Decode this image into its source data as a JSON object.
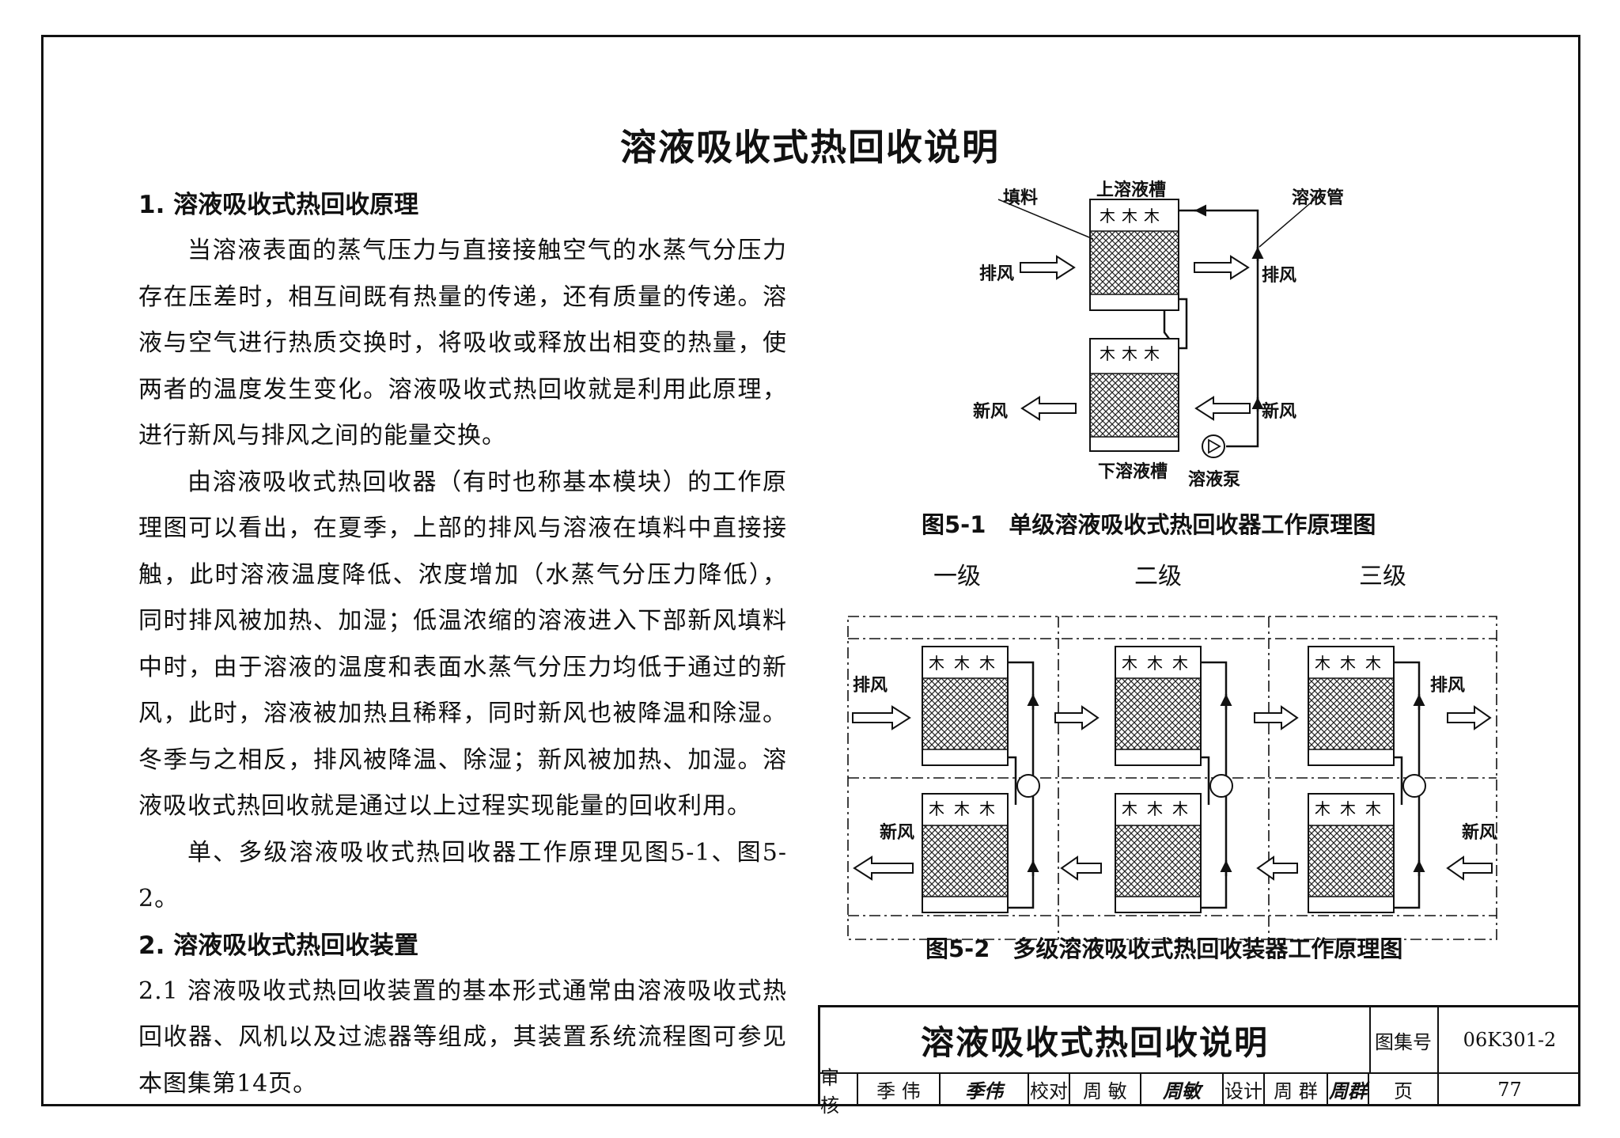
{
  "page": {
    "title": "溶液吸收式热回收说明"
  },
  "body": {
    "section1_heading": "1. 溶液吸收式热回收原理",
    "p1": "当溶液表面的蒸气压力与直接接触空气的水蒸气分压力存在压差时，相互间既有热量的传递，还有质量的传递。溶液与空气进行热质交换时，将吸收或释放出相变的热量，使两者的温度发生变化。溶液吸收式热回收就是利用此原理，进行新风与排风之间的能量交换。",
    "p2": "由溶液吸收式热回收器（有时也称基本模块）的工作原理图可以看出，在夏季，上部的排风与溶液在填料中直接接触，此时溶液温度降低、浓度增加（水蒸气分压力降低），同时排风被加热、加湿；低温浓缩的溶液进入下部新风填料中时，由于溶液的温度和表面水蒸气分压力均低于通过的新风，此时，溶液被加热且稀释，同时新风也被降温和除湿。冬季与之相反，排风被降温、除湿；新风被加热、加湿。溶液吸收式热回收就是通过以上过程实现能量的回收利用。",
    "p3": "单、多级溶液吸收式热回收器工作原理见图5-1、图5-2。",
    "section2_heading": "2. 溶液吸收式热回收装置",
    "p4": "2.1 溶液吸收式热回收装置的基本形式通常由溶液吸收式热回收器、风机以及过滤器等组成，其装置系统流程图可参见本图集第14页。"
  },
  "figure1": {
    "caption": "图5-1　单级溶液吸收式热回收器工作原理图",
    "labels": {
      "filler": "填料",
      "upper_tank": "上溶液槽",
      "solution_pipe": "溶液管",
      "exhaust_in": "排风",
      "exhaust_out": "排风",
      "fresh_out": "新风",
      "fresh_in": "新风",
      "lower_tank": "下溶液槽",
      "pump": "溶液泵"
    }
  },
  "figure2": {
    "caption": "图5-2　多级溶液吸收式热回收装器工作原理图",
    "stages": [
      "一级",
      "二级",
      "三级"
    ],
    "labels": {
      "exhaust_in": "排风",
      "exhaust_out": "排风",
      "fresh_in": "新风",
      "fresh_out": "新风"
    }
  },
  "title_block": {
    "title": "溶液吸收式热回收说明",
    "atlas_label": "图集号",
    "atlas_no": "06K301-2",
    "review_label": "审核",
    "reviewer": "季 伟",
    "reviewer_sig": "季伟",
    "check_label": "校对",
    "checker": "周 敏",
    "checker_sig": "周敏",
    "design_label": "设计",
    "designer": "周 群",
    "designer_sig": "周群",
    "page_label": "页",
    "page_no": "77"
  }
}
